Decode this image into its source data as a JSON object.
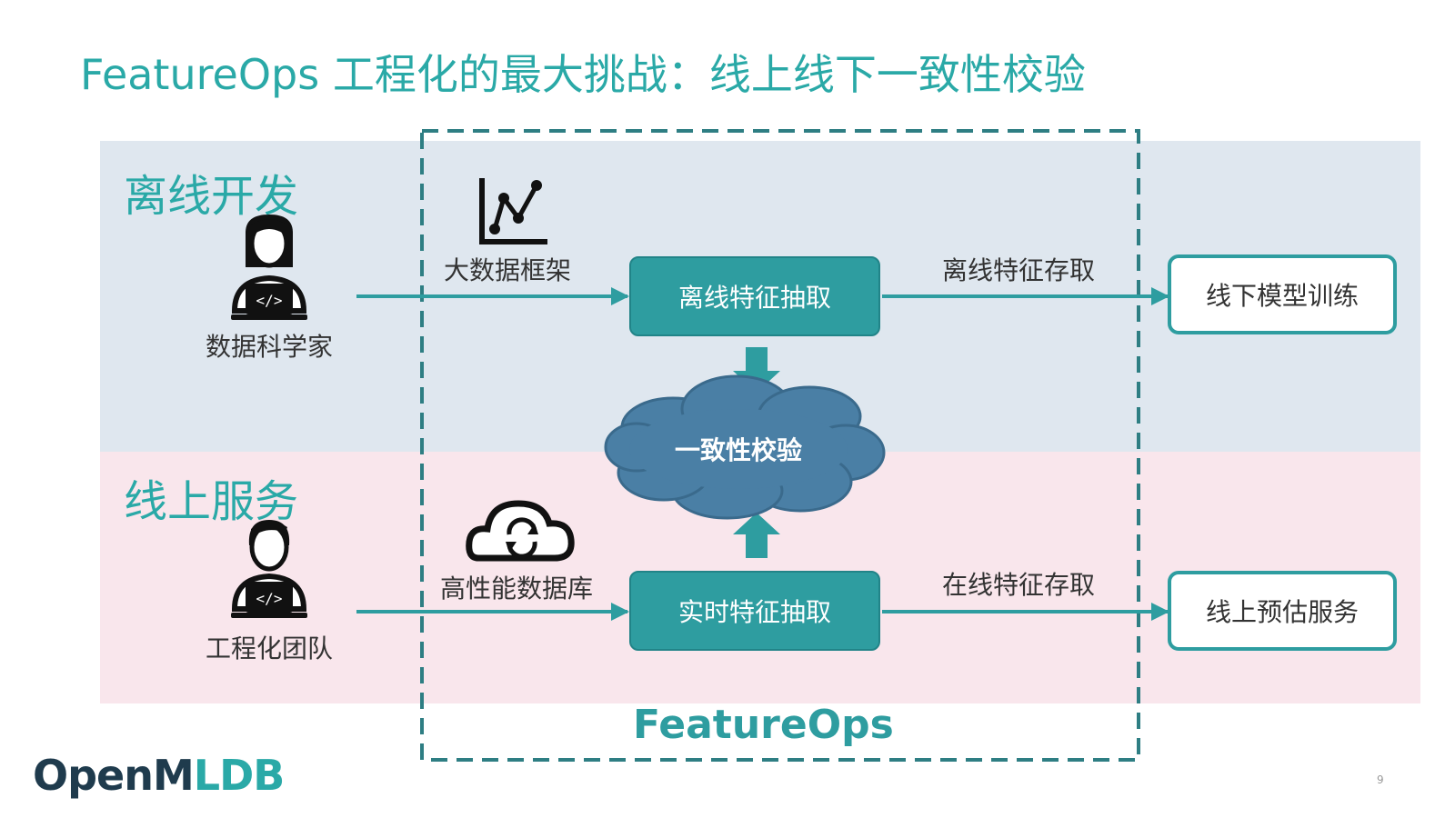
{
  "title": "FeatureOps 工程化的最大挑战：线上线下一致性校验",
  "sections": {
    "offline": {
      "title": "离线开发",
      "person": "数据科学家",
      "tool": "大数据框架",
      "process": "离线特征抽取",
      "flow": "离线特征存取",
      "target": "线下模型训练"
    },
    "online": {
      "title": "线上服务",
      "person": "工程化团队",
      "tool": "高性能数据库",
      "process": "实时特征抽取",
      "flow": "在线特征存取",
      "target": "线上预估服务"
    }
  },
  "consistency": "一致性校验",
  "featureops_label": "FeatureOps",
  "logo": {
    "main": "OpenM",
    "accent": "LDB"
  },
  "page_number": "9",
  "colors": {
    "accent": "#2aa9a7",
    "box": "#2e9da0",
    "cloud": "#4a7fa5",
    "top_band": "#dfe7ef",
    "bottom_band": "#f9e6ec"
  }
}
